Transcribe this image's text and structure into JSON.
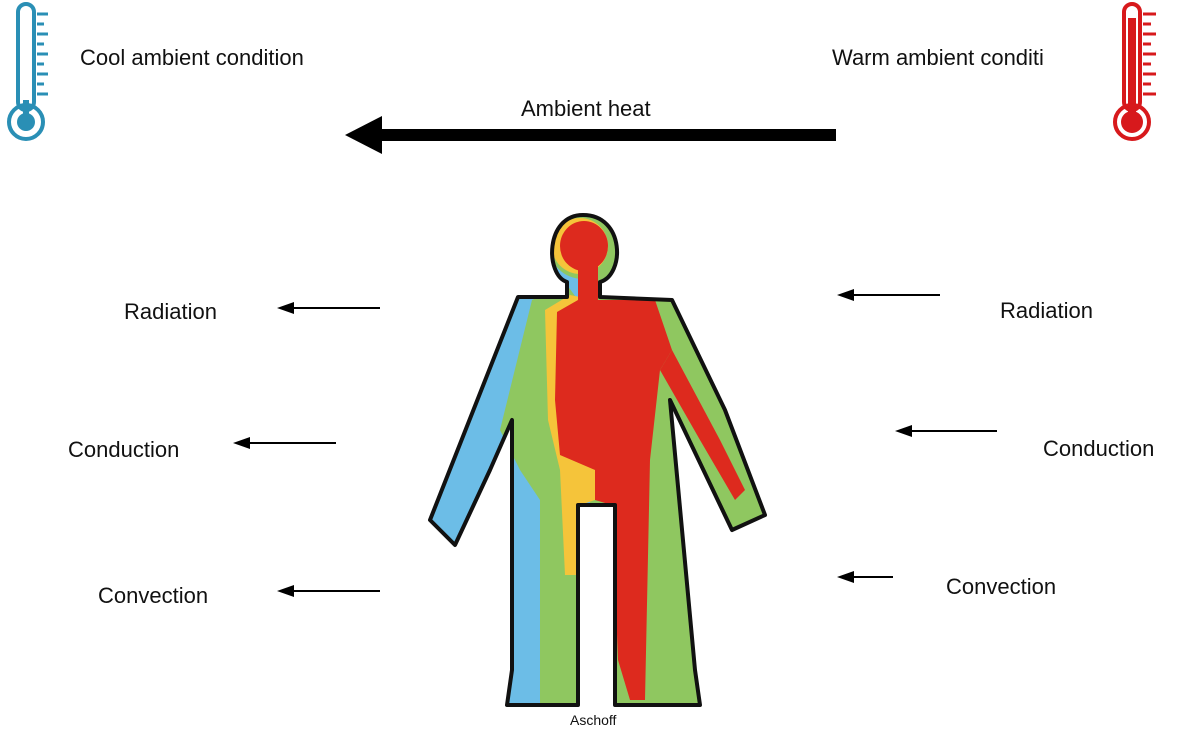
{
  "header": {
    "cool_label": "Cool ambient condition",
    "warm_label": "Warm ambient conditi",
    "ambient_heat_label": "Ambient heat"
  },
  "left_mechanisms": [
    "Radiation",
    "Conduction",
    "Convection"
  ],
  "right_mechanisms": [
    "Radiation",
    "Conduction",
    "Convection"
  ],
  "credit": "Aschoff",
  "colors": {
    "cool_thermometer": "#2a8fb5",
    "warm_thermometer": "#d7191c",
    "core_red": "#dd2a1e",
    "yellow": "#f5c43a",
    "green": "#8fc760",
    "blue": "#6cbde7",
    "outline": "#111111"
  },
  "icons": {
    "cool_thermometer": "thermometer-cool-icon",
    "warm_thermometer": "thermometer-warm-icon"
  }
}
